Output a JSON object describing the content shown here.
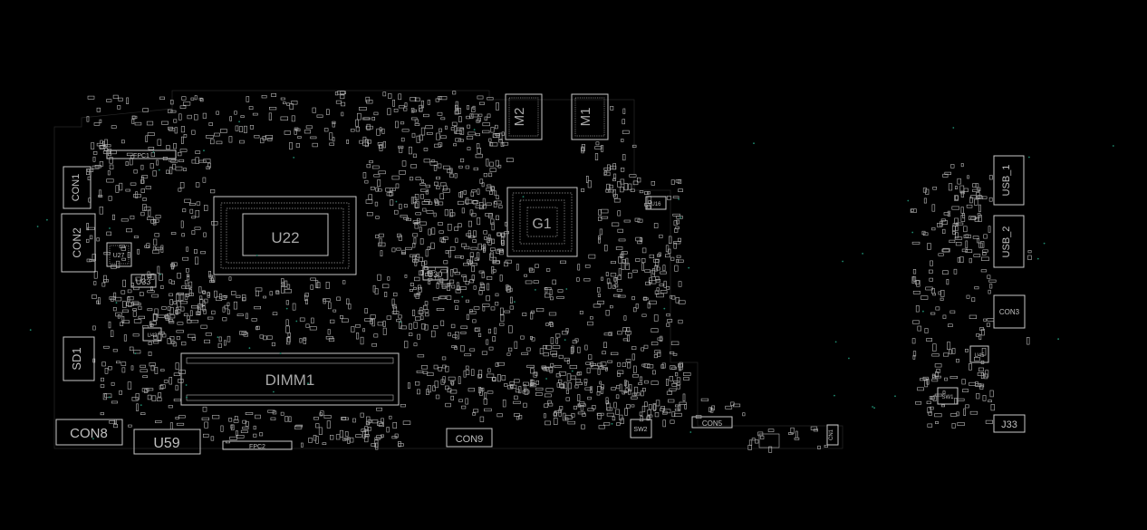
{
  "board": {
    "background": "#000000",
    "line_color": "#c8c8c8",
    "via_color": "#1f8a6e"
  },
  "components": {
    "u22": "U22",
    "g1": "G1",
    "m2": "M2",
    "m1": "M1",
    "dimm1": "DIMM1",
    "con1": "CON1",
    "con2": "CON2",
    "sd1": "SD1",
    "con8": "CON8",
    "u59": "U59",
    "fpc1": "FPC1",
    "fpc2": "FPC2",
    "u33": "U33",
    "u27": "U27",
    "u30": "U30",
    "u16": "U16",
    "con9": "CON9",
    "sw2": "SW2",
    "con5": "CON5",
    "usb1": "USB_1",
    "usb2": "USB_2",
    "con3": "CON3",
    "j33": "J33",
    "sw1": "SW1",
    "u45": "U45",
    "u43": "U43",
    "cn1": "CN1"
  }
}
